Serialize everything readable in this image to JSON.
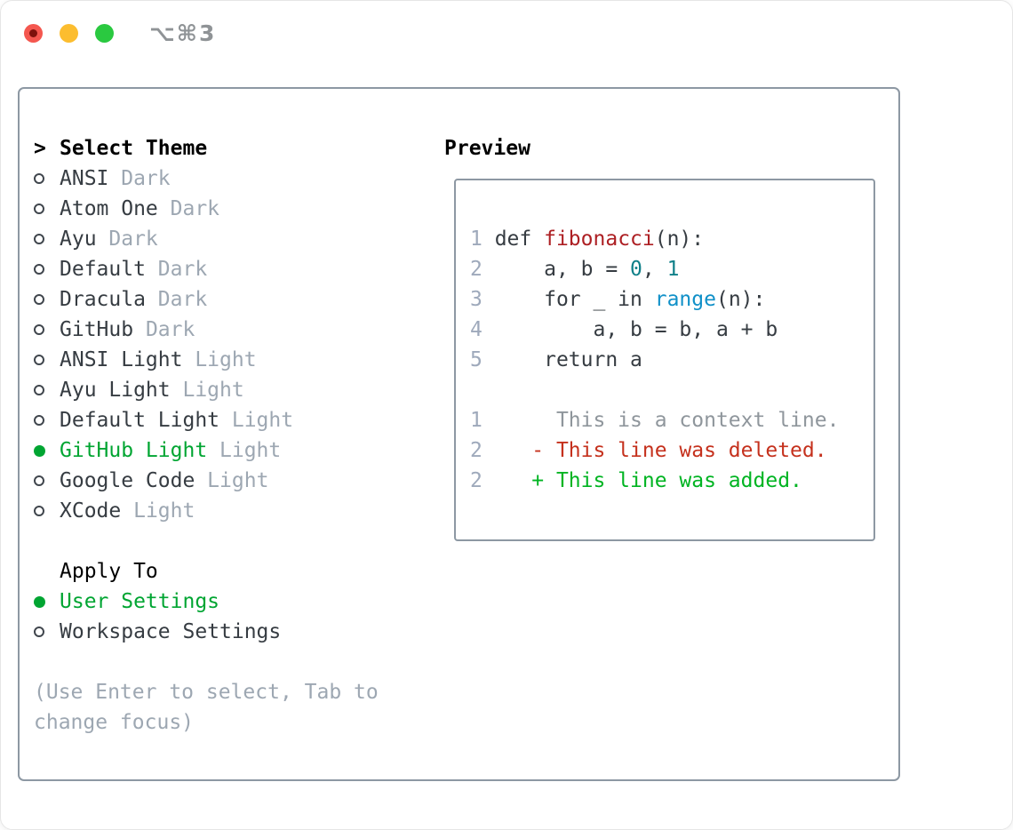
{
  "window": {
    "title": "⌥⌘3",
    "traffic_lights": {
      "close_color": "#f4574f",
      "close_dot_color": "#7e120c",
      "minimize_color": "#fcbd2f",
      "zoom_color": "#2ac940"
    }
  },
  "theme_picker": {
    "header_prefix": ">",
    "header": "Select Theme",
    "themes": [
      {
        "name": "ANSI",
        "variant": "Dark",
        "selected": false
      },
      {
        "name": "Atom One",
        "variant": "Dark",
        "selected": false
      },
      {
        "name": "Ayu",
        "variant": "Dark",
        "selected": false
      },
      {
        "name": "Default",
        "variant": "Dark",
        "selected": false
      },
      {
        "name": "Dracula",
        "variant": "Dark",
        "selected": false
      },
      {
        "name": "GitHub",
        "variant": "Dark",
        "selected": false
      },
      {
        "name": "ANSI Light",
        "variant": "Light",
        "selected": false
      },
      {
        "name": "Ayu Light",
        "variant": "Light",
        "selected": false
      },
      {
        "name": "Default Light",
        "variant": "Light",
        "selected": false
      },
      {
        "name": "GitHub Light",
        "variant": "Light",
        "selected": true
      },
      {
        "name": "Google Code",
        "variant": "Light",
        "selected": false
      },
      {
        "name": "XCode",
        "variant": "Light",
        "selected": false
      }
    ],
    "apply_to": {
      "header": "Apply To",
      "options": [
        {
          "name": "User Settings",
          "selected": true
        },
        {
          "name": "Workspace Settings",
          "selected": false
        }
      ]
    },
    "hint_lines": [
      "(Use Enter to select, Tab to",
      "change focus)"
    ]
  },
  "preview": {
    "title": "Preview",
    "code_lines": [
      {
        "segments": [
          {
            "text": "1",
            "style": "lineno"
          },
          {
            "text": " def ",
            "style": "default"
          },
          {
            "text": "fibonacci",
            "style": "func"
          },
          {
            "text": "(n):",
            "style": "default"
          }
        ]
      },
      {
        "segments": [
          {
            "text": "2",
            "style": "lineno"
          },
          {
            "text": "     a, b = ",
            "style": "default"
          },
          {
            "text": "0",
            "style": "num"
          },
          {
            "text": ", ",
            "style": "default"
          },
          {
            "text": "1",
            "style": "num"
          }
        ]
      },
      {
        "segments": [
          {
            "text": "3",
            "style": "lineno"
          },
          {
            "text": "     for _ in ",
            "style": "default"
          },
          {
            "text": "range",
            "style": "call"
          },
          {
            "text": "(n):",
            "style": "default"
          }
        ]
      },
      {
        "segments": [
          {
            "text": "4",
            "style": "lineno"
          },
          {
            "text": "         a, b = b, a + b",
            "style": "default"
          }
        ]
      },
      {
        "segments": [
          {
            "text": "5",
            "style": "lineno"
          },
          {
            "text": "     return a",
            "style": "default"
          }
        ]
      },
      {
        "segments": []
      },
      {
        "segments": [
          {
            "text": "1",
            "style": "lineno"
          },
          {
            "text": "      This is a context line.",
            "style": "context"
          }
        ]
      },
      {
        "segments": [
          {
            "text": "2",
            "style": "lineno"
          },
          {
            "text": "    ",
            "style": "default"
          },
          {
            "text": "- This line was deleted.",
            "style": "deleted"
          }
        ]
      },
      {
        "segments": [
          {
            "text": "2",
            "style": "lineno"
          },
          {
            "text": "    ",
            "style": "default"
          },
          {
            "text": "+ This line was added.",
            "style": "added"
          }
        ]
      }
    ]
  },
  "colors": {
    "accent_green": "#00a532",
    "added_green": "#00b422",
    "deleted_red": "#c5311d",
    "function_red": "#ad1f23",
    "call_blue": "#1090c8",
    "number_teal": "#108089",
    "muted_gray": "#9da7b2",
    "line_number_gray": "#9ea9bb",
    "context_gray": "#8f969c",
    "text_dark": "#363c42",
    "border_gray": "#8d98a3"
  }
}
